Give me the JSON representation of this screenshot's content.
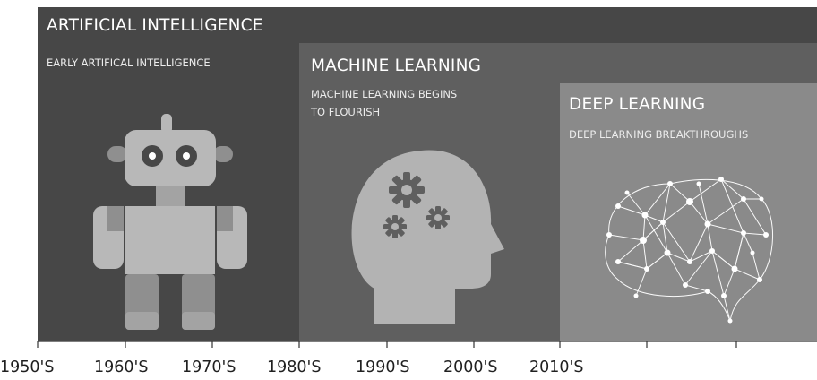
{
  "panels": {
    "ai": {
      "title": "ARTIFICIAL INTELLIGENCE",
      "subtitle": "EARLY ARTIFICAL INTELLIGENCE",
      "color": "#474747",
      "icon": "robot-icon"
    },
    "ml": {
      "title": "MACHINE LEARNING",
      "subtitle_line1": "MACHINE LEARNING BEGINS",
      "subtitle_line2": "TO FLOURISH",
      "color": "#5f5f5f",
      "icon": "head-gears-icon"
    },
    "dl": {
      "title": "DEEP LEARNING",
      "subtitle": "DEEP LEARNING BREAKTHROUGHS",
      "color": "#8a8a8a",
      "icon": "neural-brain-icon"
    }
  },
  "timeline": {
    "labels": [
      "1950'S",
      "1960'S",
      "1970'S",
      "1980'S",
      "1990'S",
      "2000'S",
      "2010'S"
    ]
  }
}
